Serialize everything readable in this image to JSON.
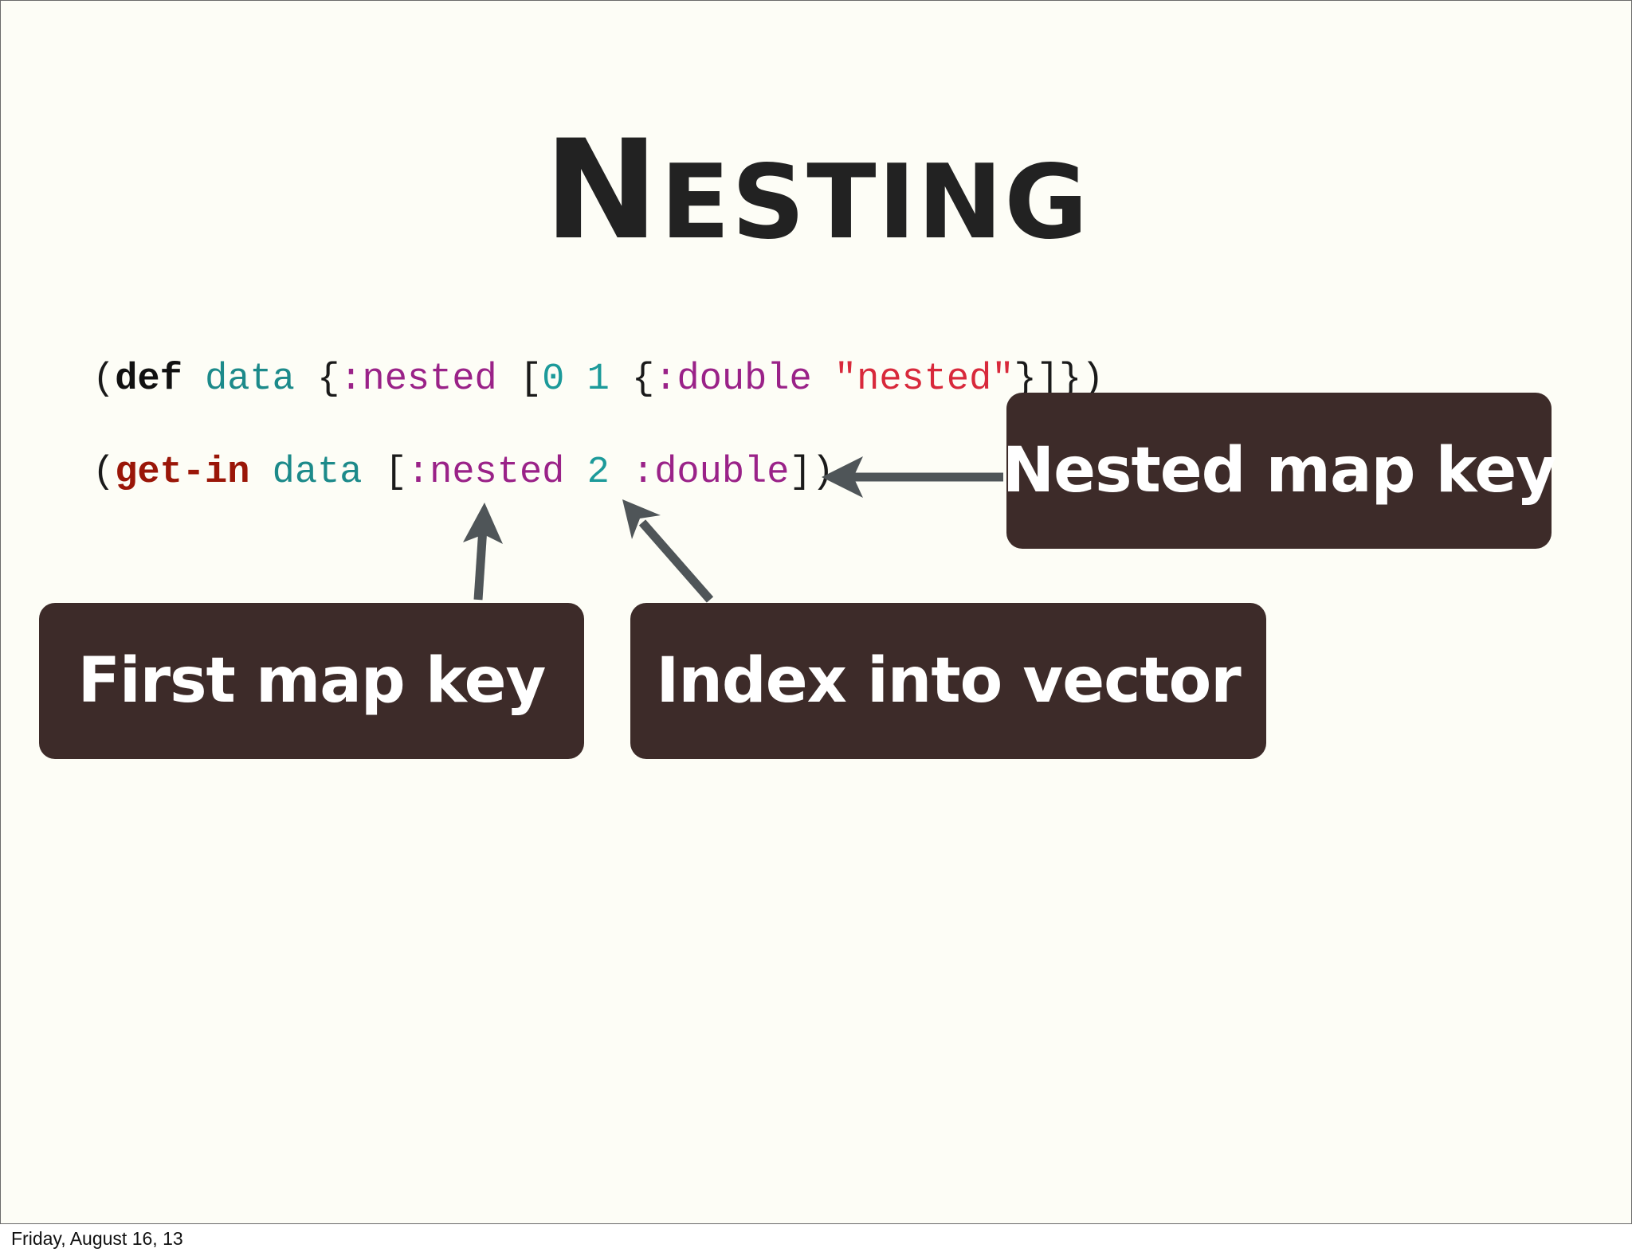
{
  "slide": {
    "title_first": "N",
    "title_rest": "ESTING",
    "code": {
      "line1": {
        "open": "(",
        "def": "def",
        "sp1": " ",
        "data": "data",
        "sp2": " {",
        "nested": ":nested",
        "sp3": " [",
        "zero": "0",
        "sp4": " ",
        "one": "1",
        "sp5": " {",
        "double": ":double",
        "sp6": " ",
        "str": "\"nested\"",
        "close": "}]})"
      },
      "line2": {
        "open": "(",
        "fn": "get-in",
        "sp1": " ",
        "data": "data",
        "sp2": " [",
        "nested": ":nested",
        "sp3": " ",
        "two": "2",
        "sp4": " ",
        "double": ":double",
        "close": "])"
      }
    },
    "callouts": {
      "nested_map_key": "Nested map key",
      "first_map_key": "First map key",
      "index_into_vector": "Index into vector"
    },
    "footer_date": "Friday, August 16, 13"
  },
  "colors": {
    "background": "#fdfdf6",
    "callout_bg": "#3d2b29",
    "arrow": "#4f5558",
    "keyword": "#9a2288",
    "symbol": "#1c8a8a",
    "string": "#d8293b",
    "function": "#9a1608"
  }
}
